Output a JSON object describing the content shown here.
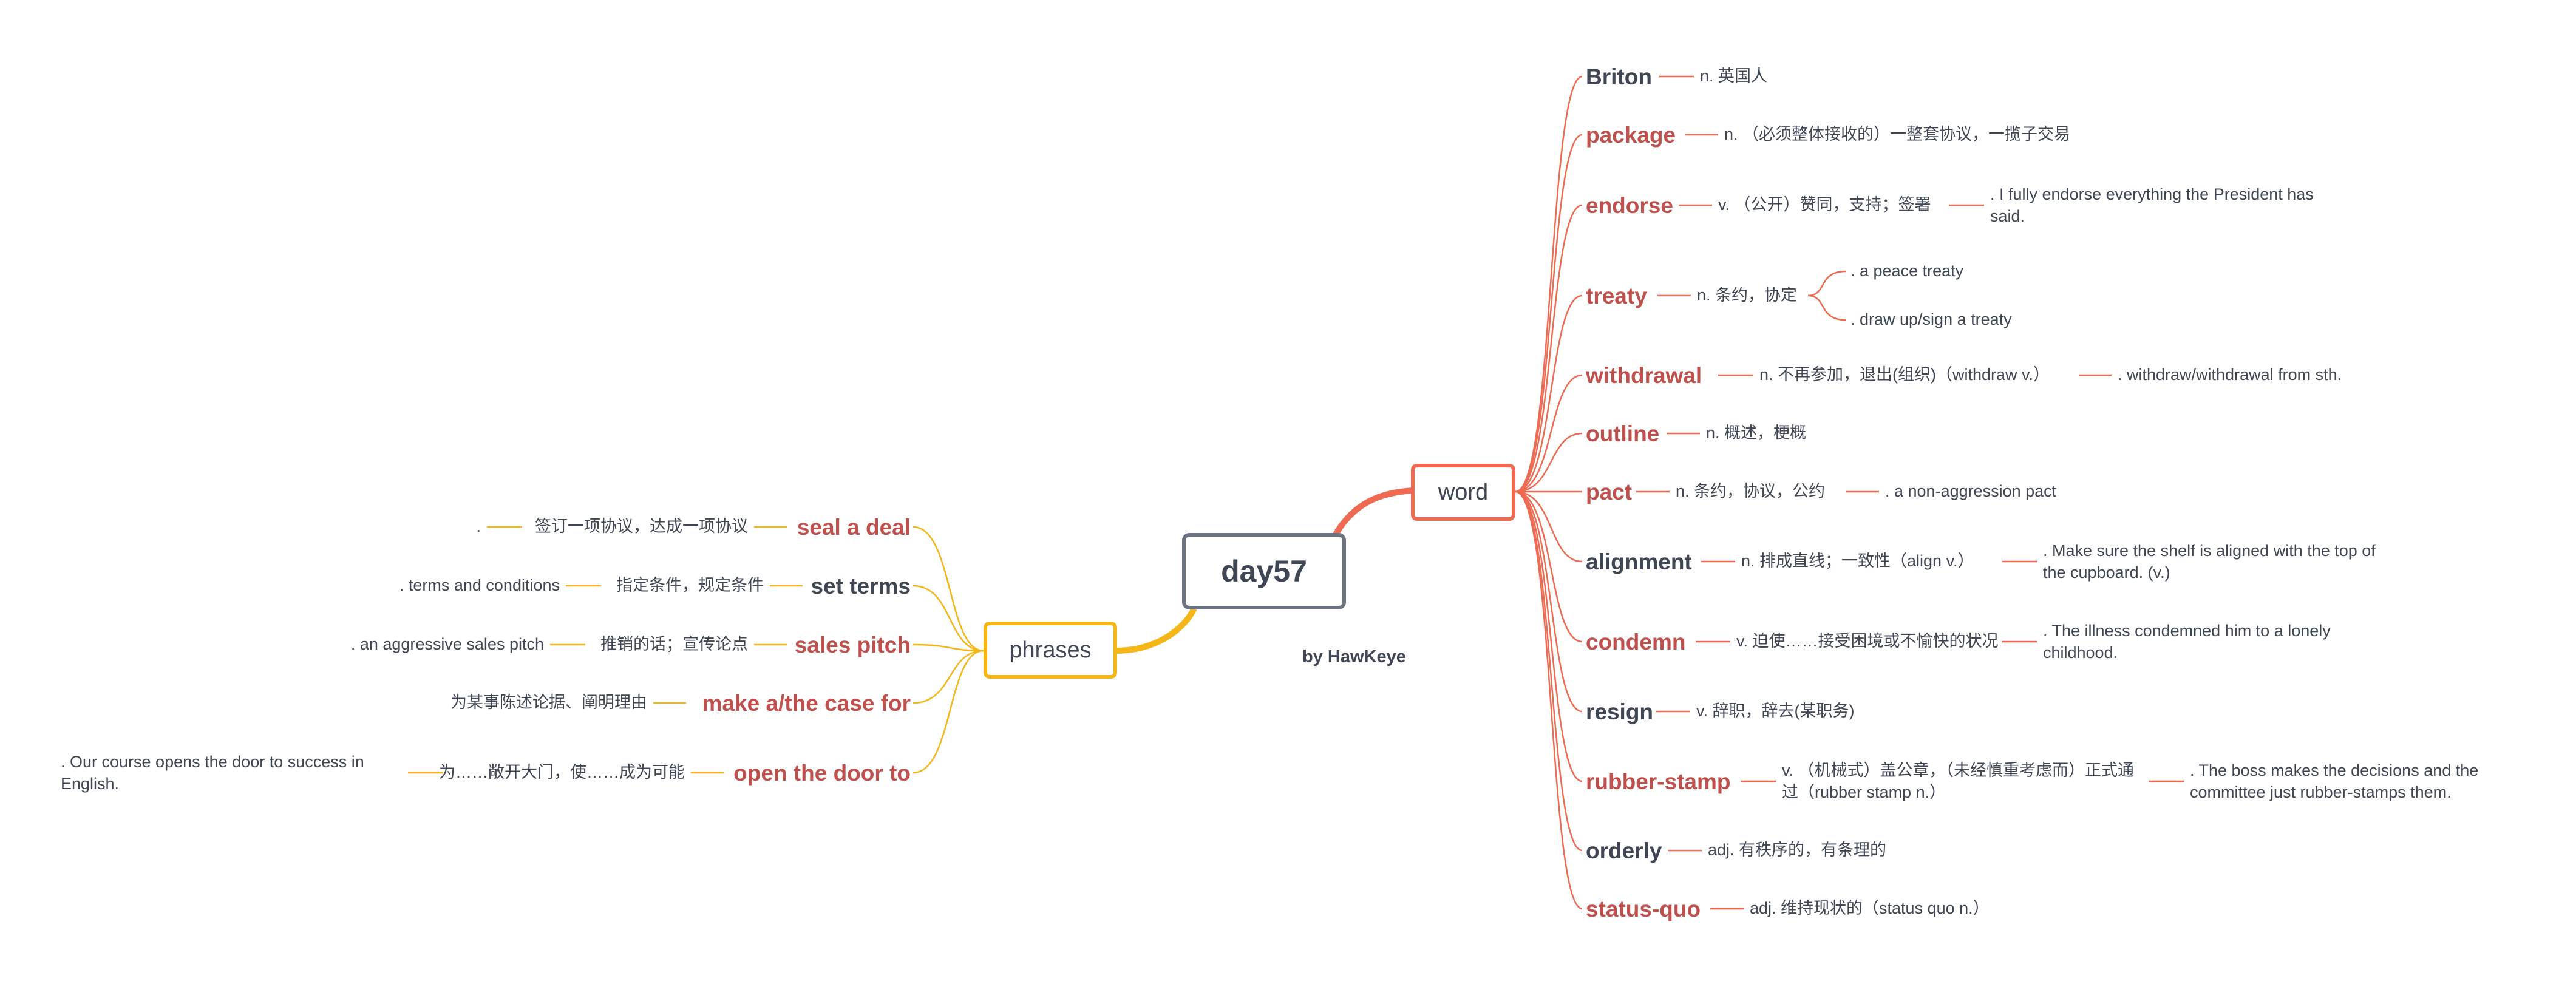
{
  "root": {
    "label": "day57"
  },
  "author": "by HawKeye",
  "word_branch": {
    "label": "word",
    "items": [
      {
        "term": "Briton",
        "definition": "n. 英国人",
        "examples": []
      },
      {
        "term": "package",
        "definition": "n. （必须整体接收的）一整套协议，一揽子交易",
        "examples": []
      },
      {
        "term": "endorse",
        "definition": "v. （公开）赞同，支持；签署",
        "examples": [
          ". I fully endorse everything the President has said."
        ]
      },
      {
        "term": "treaty",
        "definition": "n. 条约，协定",
        "examples": [
          ". a peace treaty",
          ". draw up/sign a treaty"
        ]
      },
      {
        "term": "withdrawal",
        "definition": "n. 不再参加，退出(组织)（withdraw v.）",
        "examples": [
          ". withdraw/withdrawal from sth."
        ]
      },
      {
        "term": "outline",
        "definition": "n. 概述，梗概",
        "examples": []
      },
      {
        "term": "pact",
        "definition": "n. 条约，协议，公约",
        "examples": [
          ". a non-aggression pact"
        ]
      },
      {
        "term": "alignment",
        "definition": "n. 排成直线；一致性（align v.）",
        "examples": [
          ". Make sure the shelf is aligned with the top of the cupboard. (v.)"
        ]
      },
      {
        "term": "condemn",
        "definition": "v. 迫使……接受困境或不愉快的状况",
        "examples": [
          ". The illness condemned him to a lonely childhood."
        ]
      },
      {
        "term": "resign",
        "definition": "v. 辞职，辞去(某职务)",
        "examples": []
      },
      {
        "term": "rubber-stamp",
        "definition": "v. （机械式）盖公章，（未经慎重考虑而）正式通过（rubber stamp n.）",
        "examples": [
          ". The boss makes the decisions and the committee just rubber-stamps them."
        ]
      },
      {
        "term": "orderly",
        "definition": "adj. 有秩序的，有条理的",
        "examples": []
      },
      {
        "term": "status-quo",
        "definition": "adj. 维持现状的（status quo n.）",
        "examples": []
      }
    ]
  },
  "phrases_branch": {
    "label": "phrases",
    "items": [
      {
        "term": "seal a deal",
        "definition": "签订一项协议，达成一项协议",
        "example": "."
      },
      {
        "term": "set terms",
        "definition": "指定条件，规定条件",
        "example": ". terms and conditions"
      },
      {
        "term": "sales pitch",
        "definition": "推销的话；宣传论点",
        "example": ". an aggressive sales pitch"
      },
      {
        "term": "make a/the case for",
        "definition": "为某事陈述论据、阐明理由",
        "example": ""
      },
      {
        "term": "open the door to",
        "definition": "为……敞开大门，使……成为可能",
        "example": ". Our course opens the door to success in English."
      }
    ]
  },
  "colors": {
    "word_accent": "#ee6a52",
    "phrases_accent": "#f4b619",
    "term_red": "#c0504d",
    "text_dark": "#3f4654",
    "root_border": "#6b7280"
  }
}
